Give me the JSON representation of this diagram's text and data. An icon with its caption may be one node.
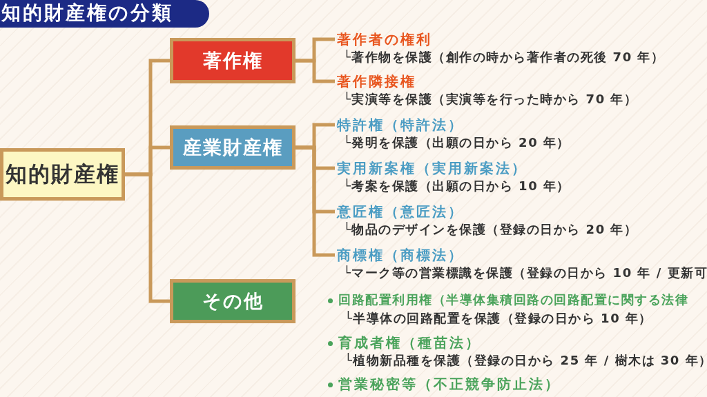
{
  "diagram": {
    "title": "知的財産権の分類",
    "nodes": [
      {
        "text": [
          "知的財産権"
        ]
      },
      {
        "text": [
          "著作権"
        ]
      },
      {
        "text": [
          "産業財産権"
        ]
      },
      {
        "text": [
          "その他"
        ]
      },
      {
        "text": [
          "著作者の権利",
          "└著作物を保護（創作の時から著作者の死後 70 年）"
        ]
      },
      {
        "text": [
          "著作隣接権",
          "└実演等を保護（実演等を行った時から 70 年）"
        ]
      },
      {
        "text": [
          "特許権（特許法）",
          "└発明を保護（出願の日から 20 年）"
        ]
      },
      {
        "text": [
          "実用新案権（実用新案法）",
          "└考案を保護（出願の日から 10 年）"
        ]
      },
      {
        "text": [
          "意匠権（意匠法）",
          "└物品のデザインを保護（登録の日から 20 年）"
        ]
      },
      {
        "text": [
          "商標権（商標法）",
          "└マーク等の営業標識を保護（登録の日から 10 年 / 更新可"
        ]
      }
    ],
    "edges": [
      {
        "from": 0,
        "to": 1,
        "arrow": "none"
      },
      {
        "from": 0,
        "to": 2,
        "arrow": "none"
      },
      {
        "from": 0,
        "to": 3,
        "arrow": "none"
      },
      {
        "from": 1,
        "to": 4,
        "arrow": "none"
      },
      {
        "from": 1,
        "to": 5,
        "arrow": "none"
      },
      {
        "from": 2,
        "to": 6,
        "arrow": "none"
      },
      {
        "from": 2,
        "to": 7,
        "arrow": "none"
      },
      {
        "from": 2,
        "to": 8,
        "arrow": "none"
      },
      {
        "from": 2,
        "to": 9,
        "arrow": "none"
      }
    ],
    "labels": [
      "回路配置利用権（半導体集積回路の回路配置に関する法律",
      "└半導体の回路配置を保護（登録の日から 10 年）",
      "育成者権（種苗法）",
      "└植物新品種を保護（登録の日から 25 年 / 樹木は 30 年）",
      "営業秘密等（不正競争防止法）"
    ]
  }
}
